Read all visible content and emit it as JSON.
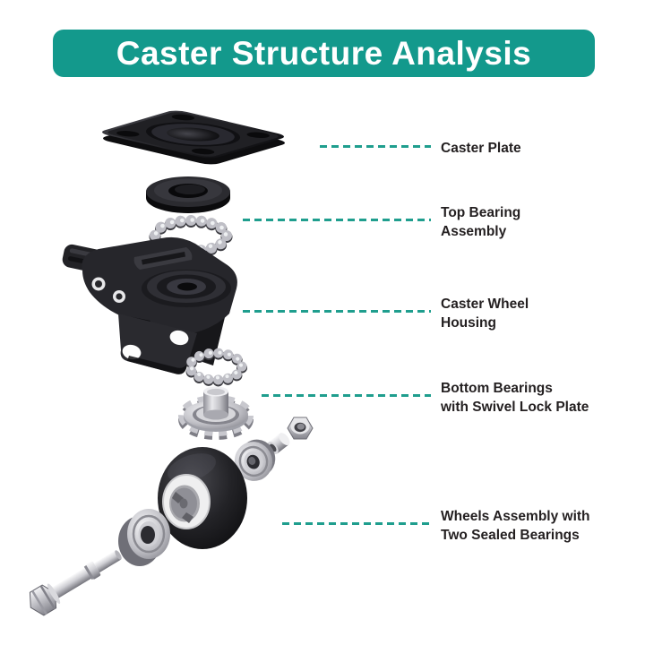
{
  "header": {
    "title": "Caster Structure Analysis"
  },
  "colors": {
    "banner_teal": "#13998c",
    "dash_teal": "#1f9e8e",
    "label_text": "#231f20",
    "background": "#ffffff"
  },
  "callouts": [
    {
      "part": "caster-plate",
      "line1": "Caster Plate",
      "line2": ""
    },
    {
      "part": "top-bearing-assembly",
      "line1": "Top Bearing",
      "line2": "Assembly"
    },
    {
      "part": "caster-wheel-housing",
      "line1": "Caster Wheel",
      "line2": "Housing"
    },
    {
      "part": "bottom-bearings-swivel-lock-plate",
      "line1": "Bottom Bearings",
      "line2": "with Swivel Lock Plate"
    },
    {
      "part": "wheels-assembly-sealed-bearings",
      "line1": "Wheels Assembly with",
      "line2": "Two Sealed Bearings"
    }
  ],
  "parts": [
    "caster-plate",
    "top-bearing-washer",
    "ball-bearing-ring-top",
    "caster-wheel-housing",
    "ball-bearing-ring-bottom",
    "swivel-lock-plate",
    "hex-nut",
    "spacer-bushing",
    "sealed-bearing-right",
    "wheel-with-white-hub",
    "sealed-bearing-left",
    "axle-bolt"
  ]
}
